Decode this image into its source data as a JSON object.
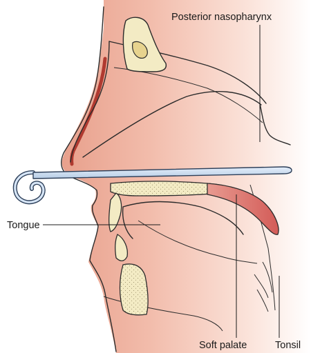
{
  "labels": {
    "posterior_nasopharynx": "Posterior nasopharynx",
    "tongue": "Tongue",
    "soft_palate": "Soft palate",
    "tonsil": "Tonsil"
  },
  "colors": {
    "skin_dark": "#e8a08c",
    "skin_light": "#fbe6df",
    "bone": "#f3ebc4",
    "bone_outline": "#3a3a3a",
    "soft_palate": "#d96b67",
    "nasal_stripe": "#b03a30",
    "probe_fill": "#cfe0f2",
    "probe_outline": "#2c3e58"
  }
}
